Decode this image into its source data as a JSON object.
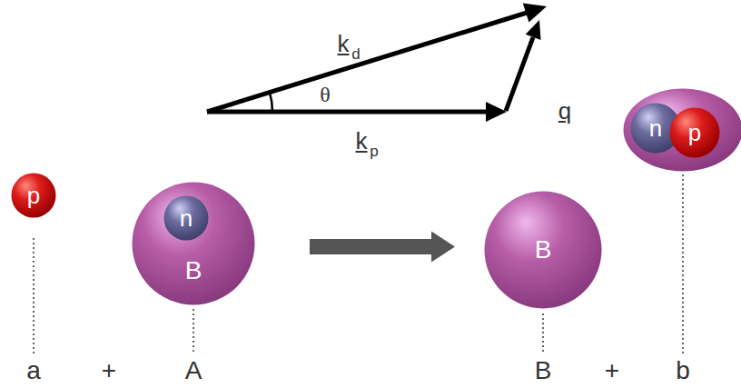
{
  "diagram": {
    "nodes": [
      {
        "text": [
          "p"
        ]
      },
      {
        "text": [
          "B"
        ]
      },
      {
        "text": [
          "n"
        ],
        "in": 1
      },
      {
        "text": [
          "B"
        ]
      },
      {
        "text": []
      },
      {
        "text": [
          "n"
        ],
        "in": 4
      },
      {
        "text": [
          "p"
        ],
        "in": 4
      }
    ],
    "edges": [
      {
        "from": 1,
        "to": 3,
        "arrow": "to"
      }
    ],
    "labels": [
      "k",
      "d",
      "θ",
      "k",
      "p",
      "q",
      "a",
      "+",
      "A",
      "B",
      "+",
      "b"
    ]
  }
}
